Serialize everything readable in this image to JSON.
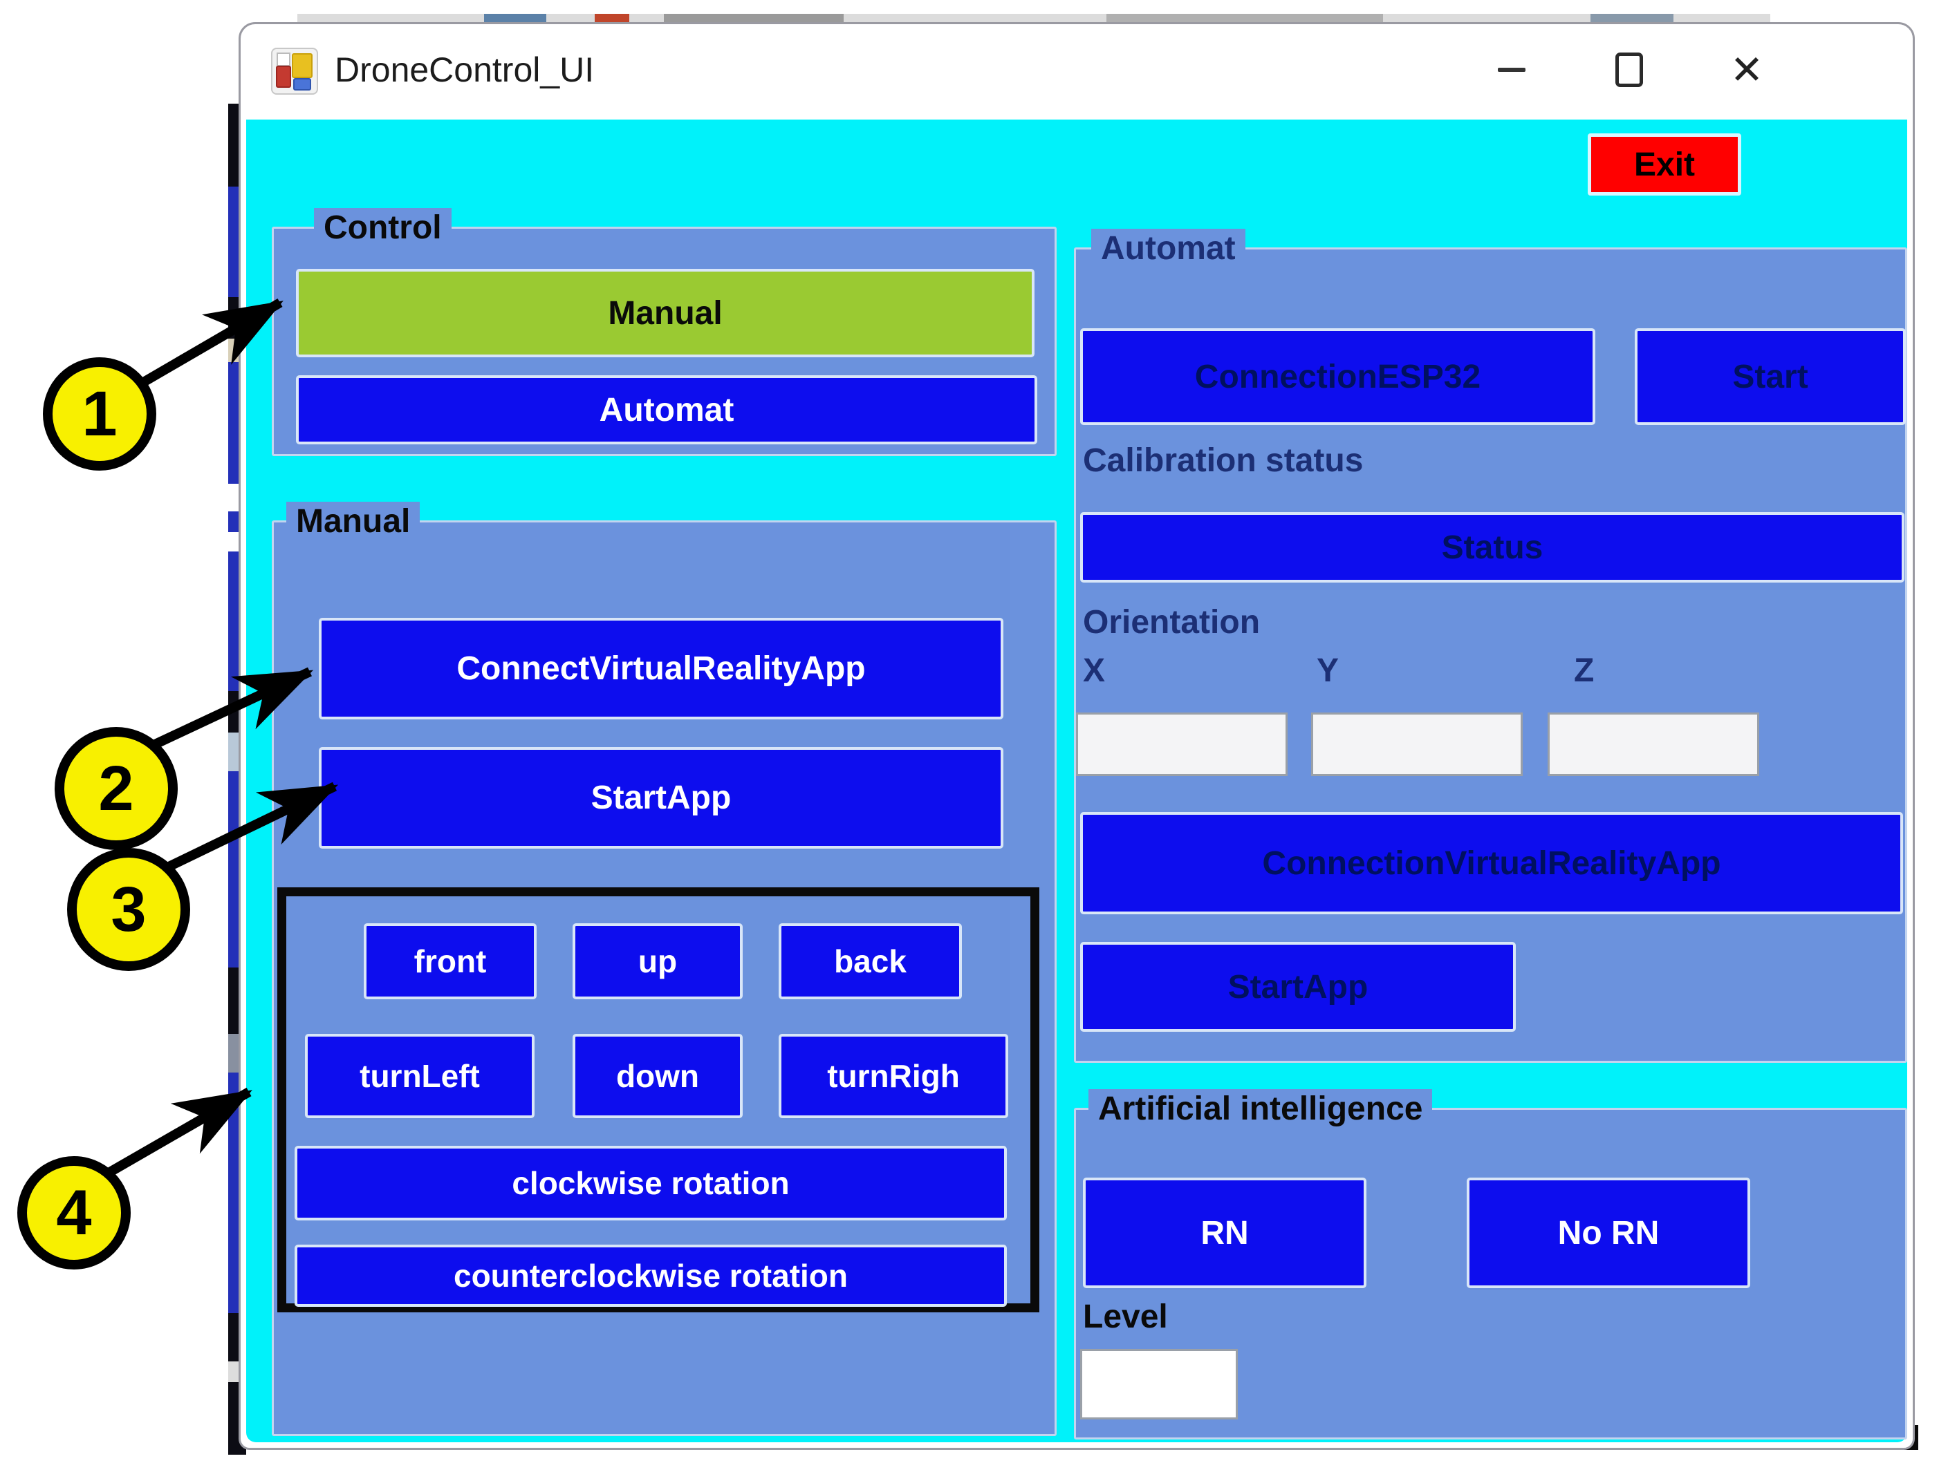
{
  "window": {
    "title": "DroneControl_UI",
    "minimize_icon": "minimize",
    "maximize_icon": "maximize",
    "close_icon": "✕"
  },
  "toolbar": {
    "exit_label": "Exit"
  },
  "control_group": {
    "title": "Control",
    "manual_label": "Manual",
    "automat_label": "Automat"
  },
  "manual_group": {
    "title": "Manual",
    "connect_vr_label": "ConnectVirtualRealityApp",
    "start_app_label": "StartApp",
    "pad": {
      "front": "front",
      "up": "up",
      "back": "back",
      "turn_left": "turnLeft",
      "down": "down",
      "turn_right": "turnRigh",
      "cw": "clockwise rotation",
      "ccw": "counterclockwise rotation"
    }
  },
  "automat_group": {
    "title": "Automat",
    "connection_esp32_label": "ConnectionESP32",
    "start_label": "Start",
    "calibration_label": "Calibration status",
    "status_label": "Status",
    "orientation_label": "Orientation",
    "axis_x": "X",
    "axis_y": "Y",
    "axis_z": "Z",
    "x_value": "",
    "y_value": "",
    "z_value": "",
    "connection_vr_label": "ConnectionVirtualRealityApp",
    "start_app_label": "StartApp"
  },
  "ai_group": {
    "title": "Artificial intelligence",
    "rn_label": "RN",
    "no_rn_label": "No RN",
    "level_label": "Level",
    "level_value": ""
  },
  "annotations": {
    "n1": "1",
    "n2": "2",
    "n3": "3",
    "n4": "4"
  },
  "colors": {
    "client_cyan": "#00f2fa",
    "panel_blue": "#6b92dd",
    "button_blue": "#0d0dee",
    "button_green": "#9aca32",
    "exit_red": "#ff0000",
    "annotation_yellow": "#f8f000",
    "automat_text_navy": "#001060"
  }
}
